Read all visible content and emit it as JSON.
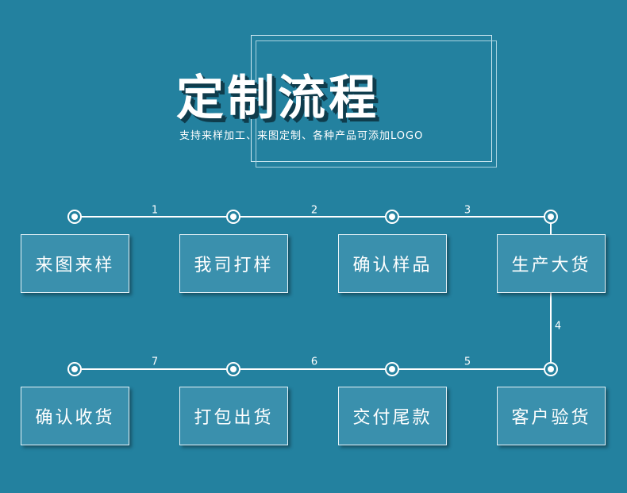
{
  "title": "定制流程",
  "subtitle": "支持来样加工、来图定制、各种产品可添加LOGO",
  "steps": [
    {
      "label": "来图来样"
    },
    {
      "label": "我司打样"
    },
    {
      "label": "确认样品"
    },
    {
      "label": "生产大货"
    },
    {
      "label": "客户验货"
    },
    {
      "label": "交付尾款"
    },
    {
      "label": "打包出货"
    },
    {
      "label": "确认收货"
    }
  ],
  "connectors": [
    "1",
    "2",
    "3",
    "4",
    "5",
    "6",
    "7"
  ]
}
